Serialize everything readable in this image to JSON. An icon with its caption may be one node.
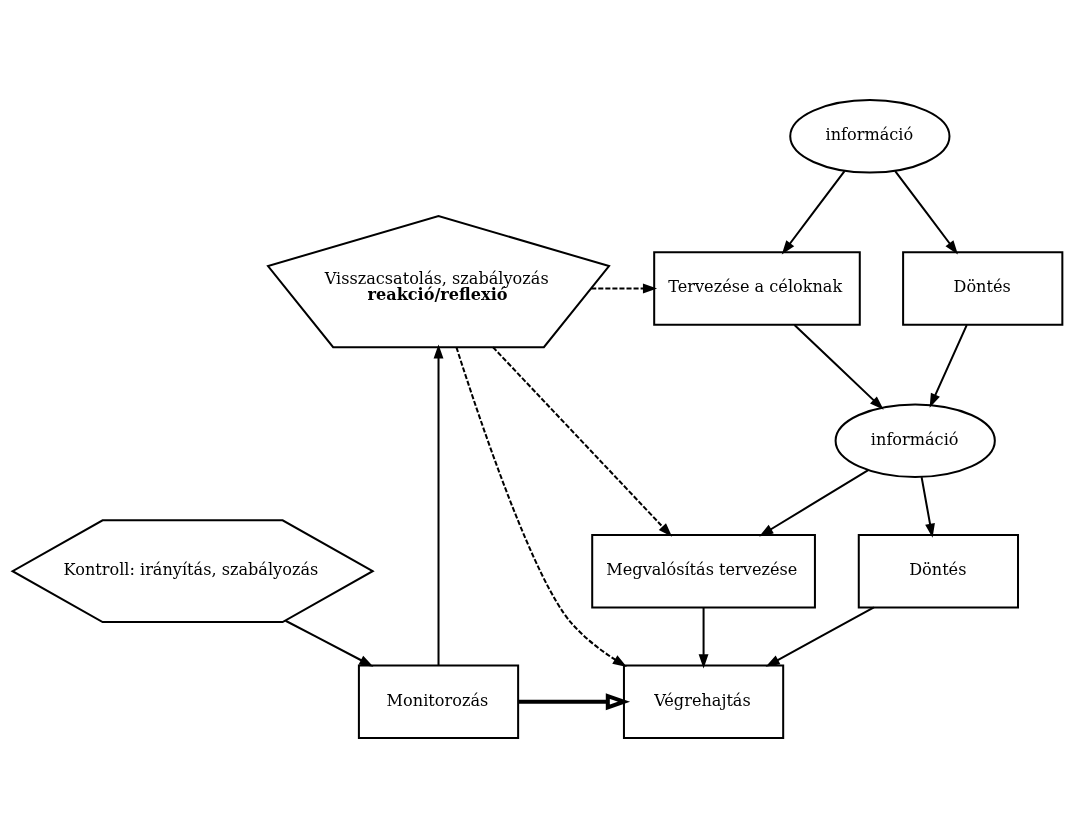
{
  "diagram": {
    "nodes": [
      {
        "text": [
          "információ"
        ]
      },
      {
        "text": [
          "Tervezése a céloknak"
        ]
      },
      {
        "text": [
          "Döntés"
        ]
      },
      {
        "text": [
          "Visszacsatolás, szabályozás",
          "reakció/reflexió"
        ]
      },
      {
        "text": [
          "információ"
        ]
      },
      {
        "text": [
          "Megvalósítás tervezése"
        ]
      },
      {
        "text": [
          "Kontroll: irányítás, szabályozás"
        ]
      },
      {
        "text": [
          "Döntés"
        ]
      },
      {
        "text": [
          "Végrehajtás"
        ]
      },
      {
        "text": [
          "Monitorozás"
        ]
      }
    ],
    "edges": [
      {
        "from": 0,
        "to": 1,
        "arrow": "to"
      },
      {
        "from": 0,
        "to": 2,
        "arrow": "to"
      },
      {
        "from": 3,
        "to": 1,
        "arrow": "to",
        "style": "dashed"
      },
      {
        "from": 1,
        "to": 4,
        "arrow": "to"
      },
      {
        "from": 2,
        "to": 4,
        "arrow": "to"
      },
      {
        "from": 4,
        "to": 5,
        "arrow": "to"
      },
      {
        "from": 4,
        "to": 7,
        "arrow": "to"
      },
      {
        "from": 3,
        "to": 5,
        "arrow": "to",
        "style": "dashed"
      },
      {
        "from": 3,
        "to": 8,
        "arrow": "to",
        "style": "dashed"
      },
      {
        "from": 5,
        "to": 8,
        "arrow": "to"
      },
      {
        "from": 7,
        "to": 8,
        "arrow": "to"
      },
      {
        "from": 6,
        "to": 9,
        "arrow": "to"
      },
      {
        "from": 9,
        "to": 3,
        "arrow": "to"
      },
      {
        "from": 9,
        "to": 8,
        "arrow": "to",
        "style": "thick"
      }
    ]
  }
}
